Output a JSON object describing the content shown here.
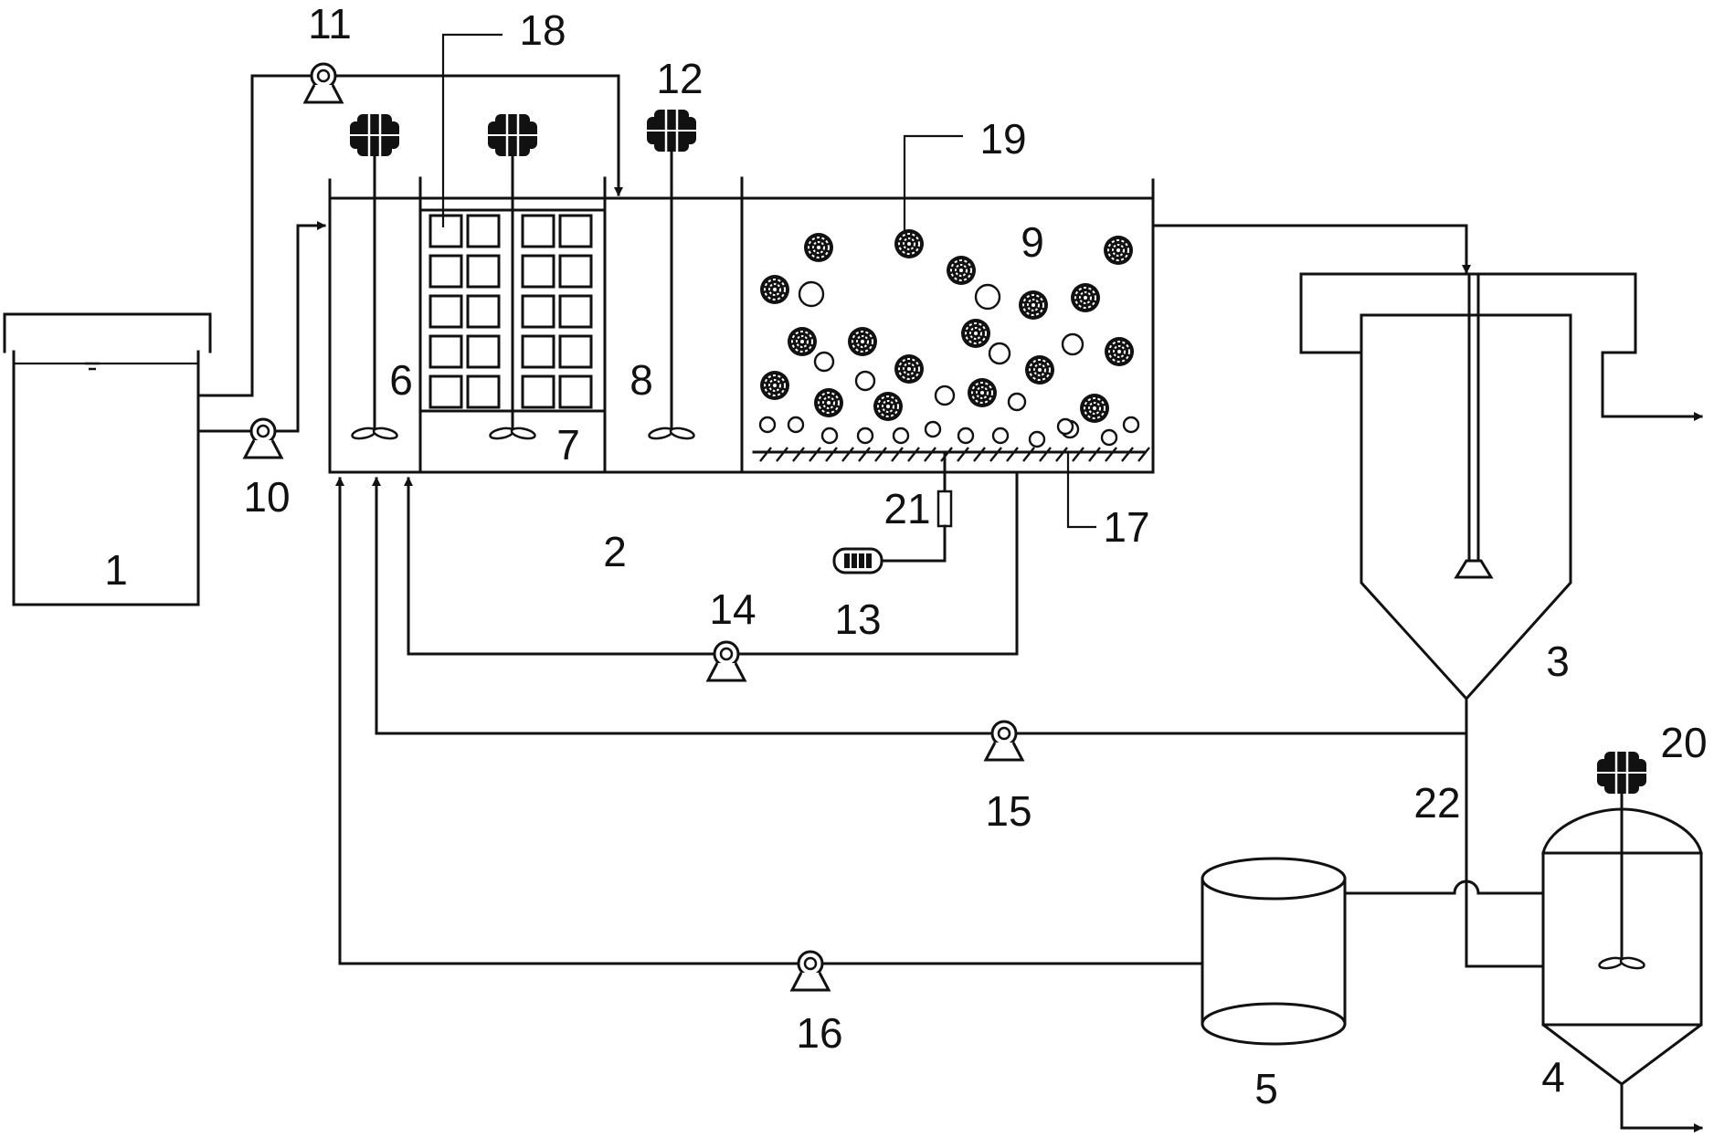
{
  "labels": [
    {
      "id": "n1",
      "text": "1"
    },
    {
      "id": "n2",
      "text": "2"
    },
    {
      "id": "n3",
      "text": "3"
    },
    {
      "id": "n4",
      "text": "4"
    },
    {
      "id": "n5",
      "text": "5"
    },
    {
      "id": "n6",
      "text": "6"
    },
    {
      "id": "n7",
      "text": "7"
    },
    {
      "id": "n8",
      "text": "8"
    },
    {
      "id": "n9",
      "text": "9"
    },
    {
      "id": "n10",
      "text": "10"
    },
    {
      "id": "n11",
      "text": "11"
    },
    {
      "id": "n12",
      "text": "12"
    },
    {
      "id": "n13",
      "text": "13"
    },
    {
      "id": "n14",
      "text": "14"
    },
    {
      "id": "n15",
      "text": "15"
    },
    {
      "id": "n16",
      "text": "16"
    },
    {
      "id": "n17",
      "text": "17"
    },
    {
      "id": "n18",
      "text": "18"
    },
    {
      "id": "n19",
      "text": "19"
    },
    {
      "id": "n20",
      "text": "20"
    },
    {
      "id": "n21",
      "text": "21"
    },
    {
      "id": "n22",
      "text": "22"
    }
  ]
}
